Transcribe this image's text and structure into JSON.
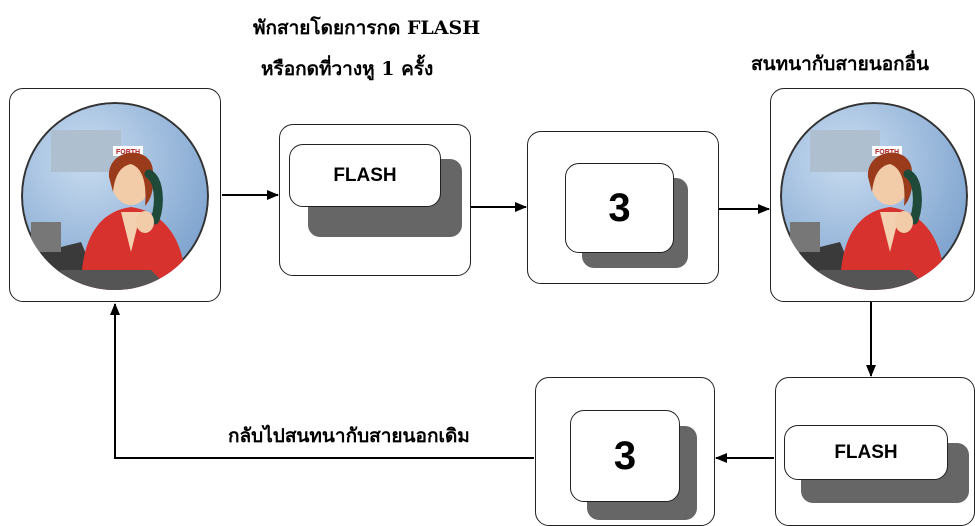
{
  "captions": {
    "top_line1": "พักสายโดยการกด FLASH",
    "top_line2": "หรือกดที่วางหู 1 ครั้ง",
    "right": "สนทนากับสายนอกอื่น",
    "bottom": "กลับไปสนทนากับสายนอกเดิม"
  },
  "buttons": {
    "flash_top": "FLASH",
    "digit_top": "3",
    "flash_bottom": "FLASH",
    "digit_bottom": "3"
  },
  "portrait_logo": "FORTH",
  "colors": {
    "line": "#000000",
    "shadow": "#666666",
    "jacket": "#d8322e",
    "background_blue": "#8fb4dc"
  }
}
